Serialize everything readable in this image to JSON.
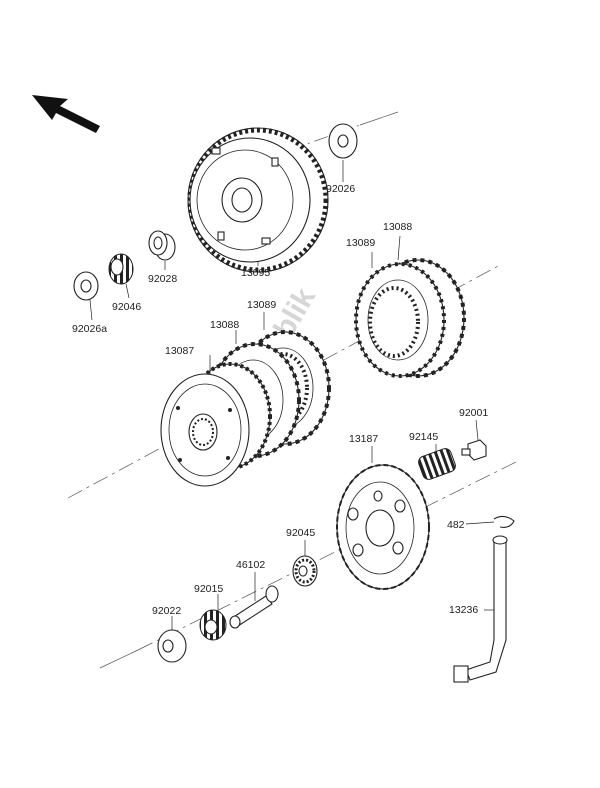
{
  "watermark": "PartsRepublik",
  "labels": {
    "p13095": "13095",
    "p92026": "92026",
    "p92028": "92028",
    "p92046": "92046",
    "p92026a": "92026a",
    "p13088_right": "13088",
    "p13089_right": "13089",
    "p13089_left": "13089",
    "p13088_left": "13088",
    "p13087": "13087",
    "p92001": "92001",
    "p92145": "92145",
    "p13187": "13187",
    "p482": "482",
    "p92045": "92045",
    "p46102": "46102",
    "p92015": "92015",
    "p92022": "92022",
    "p13236": "13236"
  }
}
